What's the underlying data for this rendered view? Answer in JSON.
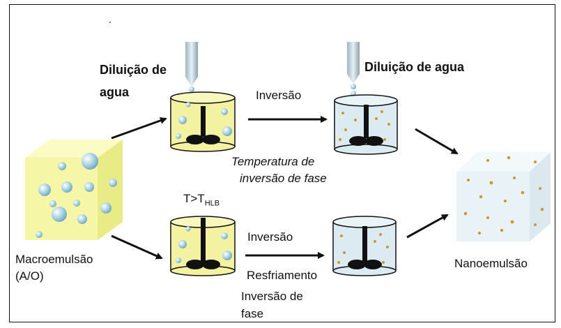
{
  "labels": {
    "dilution_top_left_1": "Diluição de",
    "dilution_top_left_2": "agua",
    "dilution_top_right": "Diluição de agua",
    "inversion_top": "Inversão",
    "phase_temp_1": "Temperatura de",
    "phase_temp_2": "inversão de fase",
    "temp_condition_prefix": "T>T",
    "temp_condition_sub": "HLB",
    "inversion_bottom": "Inversão",
    "cooling": "Resfriamento",
    "phase_inversion_1": "Inversão de",
    "phase_inversion_2": "fase",
    "macroemulsion_1": "Macroemulsão",
    "macroemulsion_2": "(A/O)",
    "nanoemulsion": "Nanoemulsão",
    "stray_mark": "´"
  },
  "colors": {
    "macro_yellow": "#f6f7a6",
    "beaker_yellow": "#f3f2a0",
    "beaker_blue": "#dcebf2",
    "nano_blue": "#e9f2f6",
    "droplet": "#a9d3e3",
    "nano_particle": "#c59a2a",
    "stirrer": "#111111"
  },
  "icons": [
    "droplet-icon",
    "pipette-icon",
    "stirrer-icon",
    "arrow-icon"
  ]
}
